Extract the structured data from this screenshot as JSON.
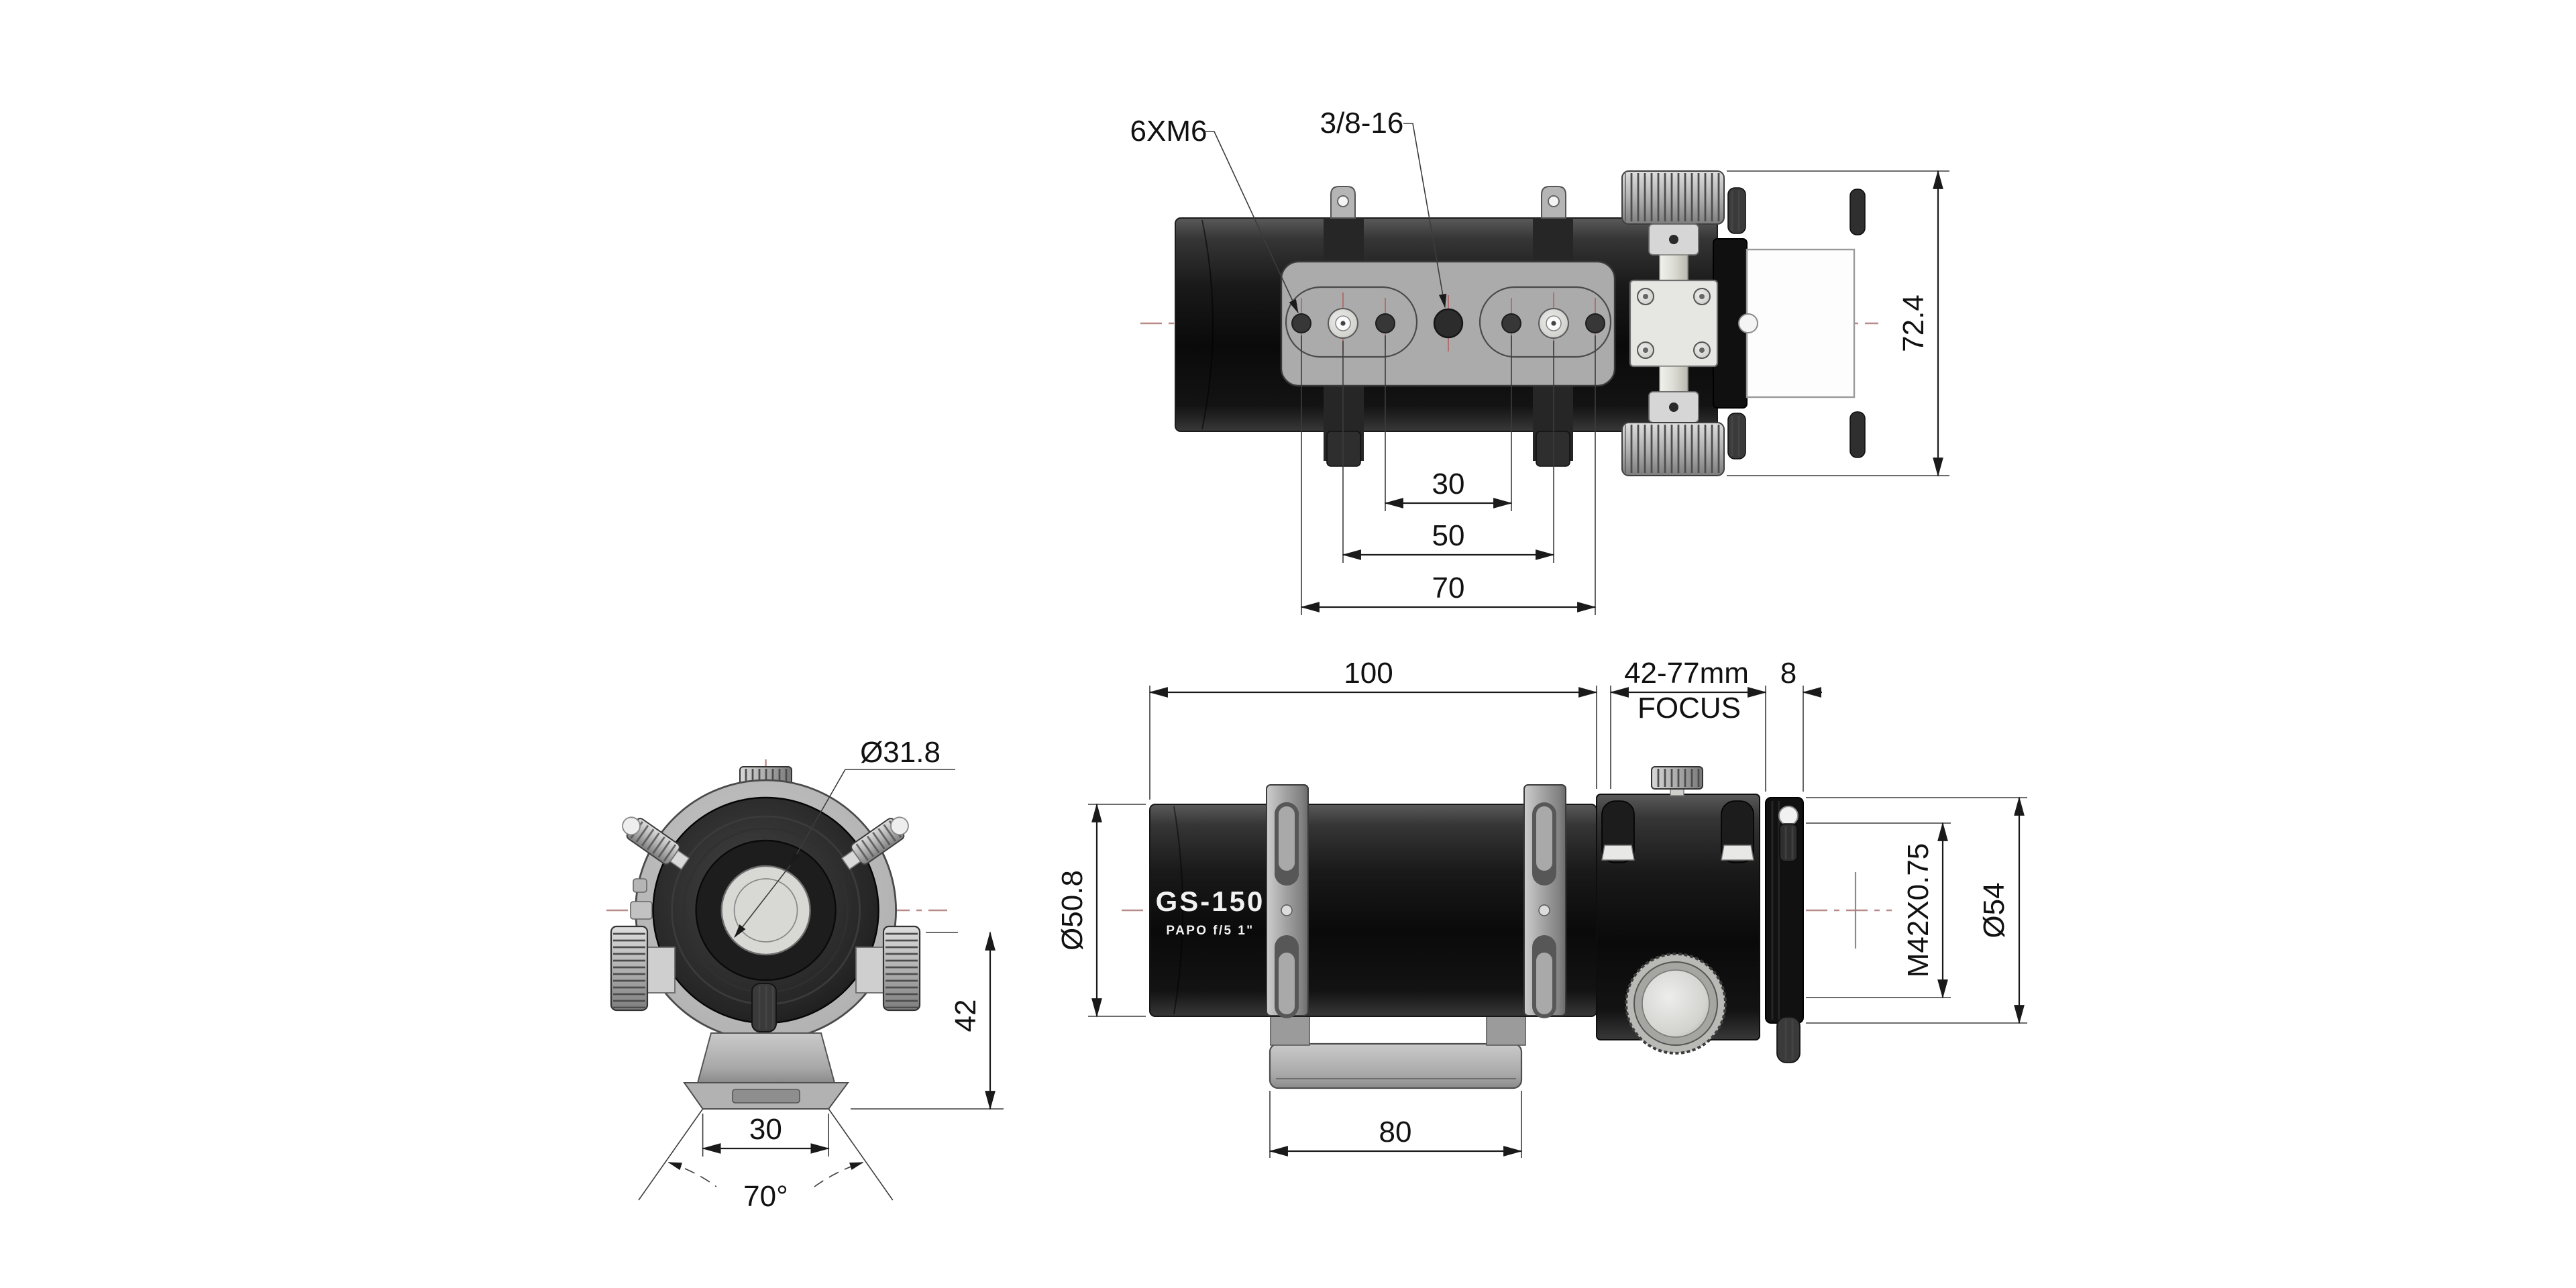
{
  "drawing": {
    "type": "technical-dimension-drawing",
    "product": "GS-150 PAPO f/5 telescope",
    "background": "#ffffff",
    "colors": {
      "tube_black": "#141414",
      "metal_gray": "#ababab",
      "light_metal": "#e2e2e0",
      "centerline_pink": "#b98a8a",
      "dimension_line": "#1a1a1a"
    },
    "top_view": {
      "labels": {
        "screw_holes": "6XM6",
        "tripod_thread": "3/8-16"
      },
      "dims": {
        "inner_hole_spacing": "30",
        "mid_hole_spacing": "50",
        "outer_hole_spacing": "70",
        "overall_height": "72.4"
      }
    },
    "front_view": {
      "dims": {
        "eyepiece_diameter": "Ø31.8",
        "saddle_height": "42",
        "dovetail_width": "30",
        "dovetail_angle": "70°"
      }
    },
    "side_view": {
      "branding": {
        "model": "GS-150",
        "spec": "PAPO  f/5  1\""
      },
      "dims": {
        "tube_length": "100",
        "focus_travel": "42-77mm",
        "focus_word": "FOCUS",
        "end_ring_width": "8",
        "tube_diameter": "Ø50.8",
        "thread_spec": "M42X0.75",
        "end_diameter": "Ø54",
        "dovetail_length": "80"
      }
    }
  }
}
